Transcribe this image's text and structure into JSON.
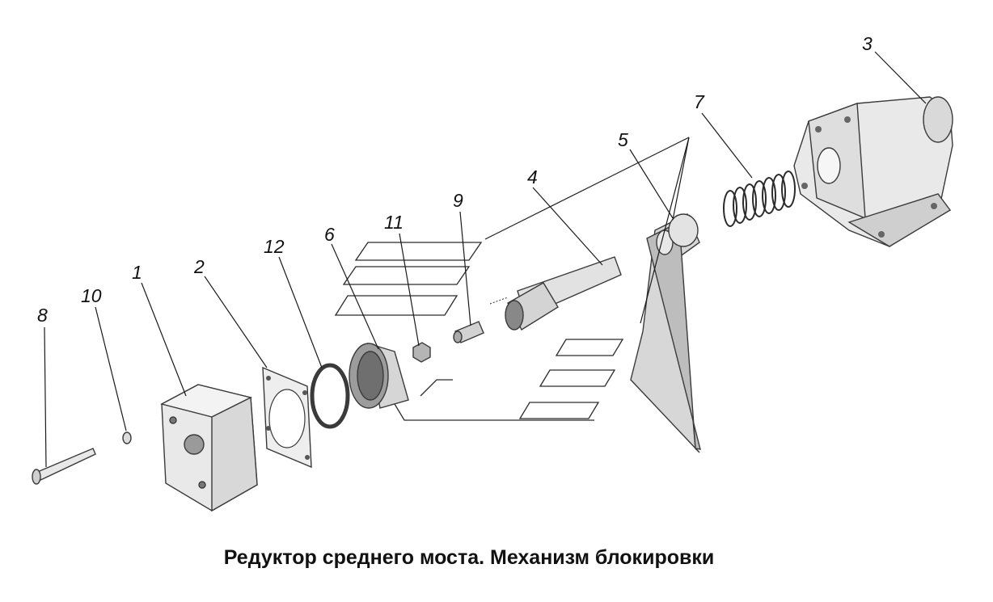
{
  "caption": "Редуктор среднего моста. Механизм блокировки",
  "callouts": {
    "n1": "1",
    "n2": "2",
    "n3": "3",
    "n4": "4",
    "n5": "5",
    "n6": "6",
    "n7": "7",
    "n8": "8",
    "n9": "9",
    "n10": "10",
    "n11": "11",
    "n12": "12"
  },
  "colors": {
    "part_fill": "#e6e6e6",
    "part_shadow": "#9a9a9a",
    "outline": "#3a3a3a",
    "text": "#111111"
  }
}
